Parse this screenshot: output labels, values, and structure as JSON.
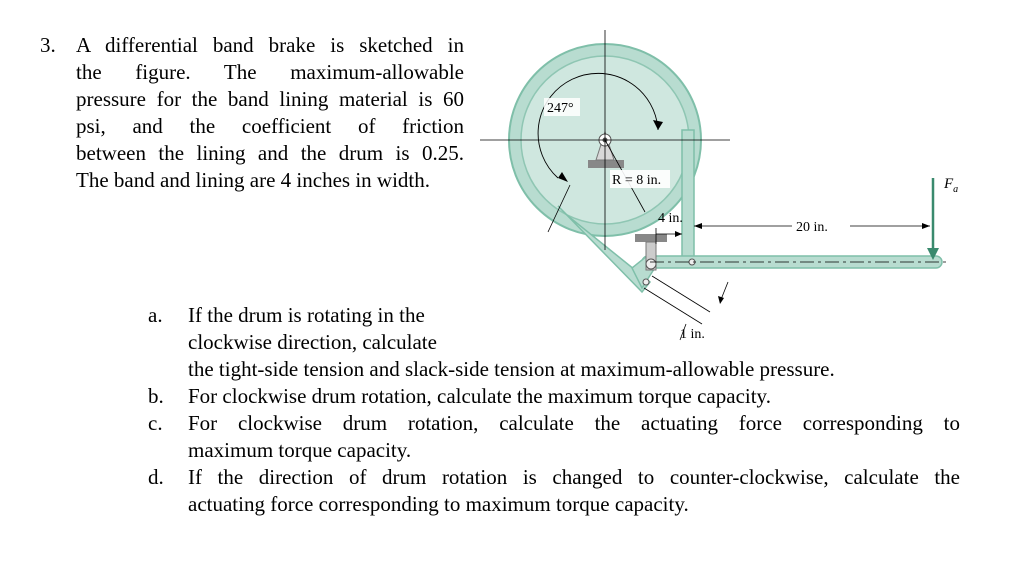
{
  "problem": {
    "number": "3.",
    "lines": [
      "A differential band brake is sketched in",
      "the figure. The maximum-allowable",
      "pressure for the band lining material is 60",
      "psi, and the coefficient of friction",
      "between the lining and the drum is 0.25.",
      "The band and lining are 4 inches in width."
    ]
  },
  "figure": {
    "angle_label": "247°",
    "radius_label": "R = 8 in.",
    "offset_label": "4 in.",
    "lever_label": "20 in.",
    "pin_label": "1 in.",
    "force_label": "F",
    "force_sub": "a"
  },
  "parts": [
    {
      "letter": "a.",
      "lines": [
        "If the drum is rotating in the",
        "clockwise direction, calculate",
        "the tight-side tension and slack-side tension at maximum-allowable pressure."
      ]
    },
    {
      "letter": "b.",
      "lines": [
        "For clockwise drum rotation, calculate the maximum torque capacity."
      ]
    },
    {
      "letter": "c.",
      "lines": [
        "For clockwise drum rotation, calculate the actuating force corresponding to",
        "maximum torque capacity."
      ]
    },
    {
      "letter": "d.",
      "lines": [
        "If the direction of drum rotation is changed to counter-clockwise, calculate the",
        "actuating force corresponding to maximum torque capacity."
      ]
    }
  ],
  "colors": {
    "drum_fill": "#cfe7df",
    "drum_stroke": "#7fbfa9",
    "band_fill": "#b8dcd0",
    "line": "#000000"
  }
}
